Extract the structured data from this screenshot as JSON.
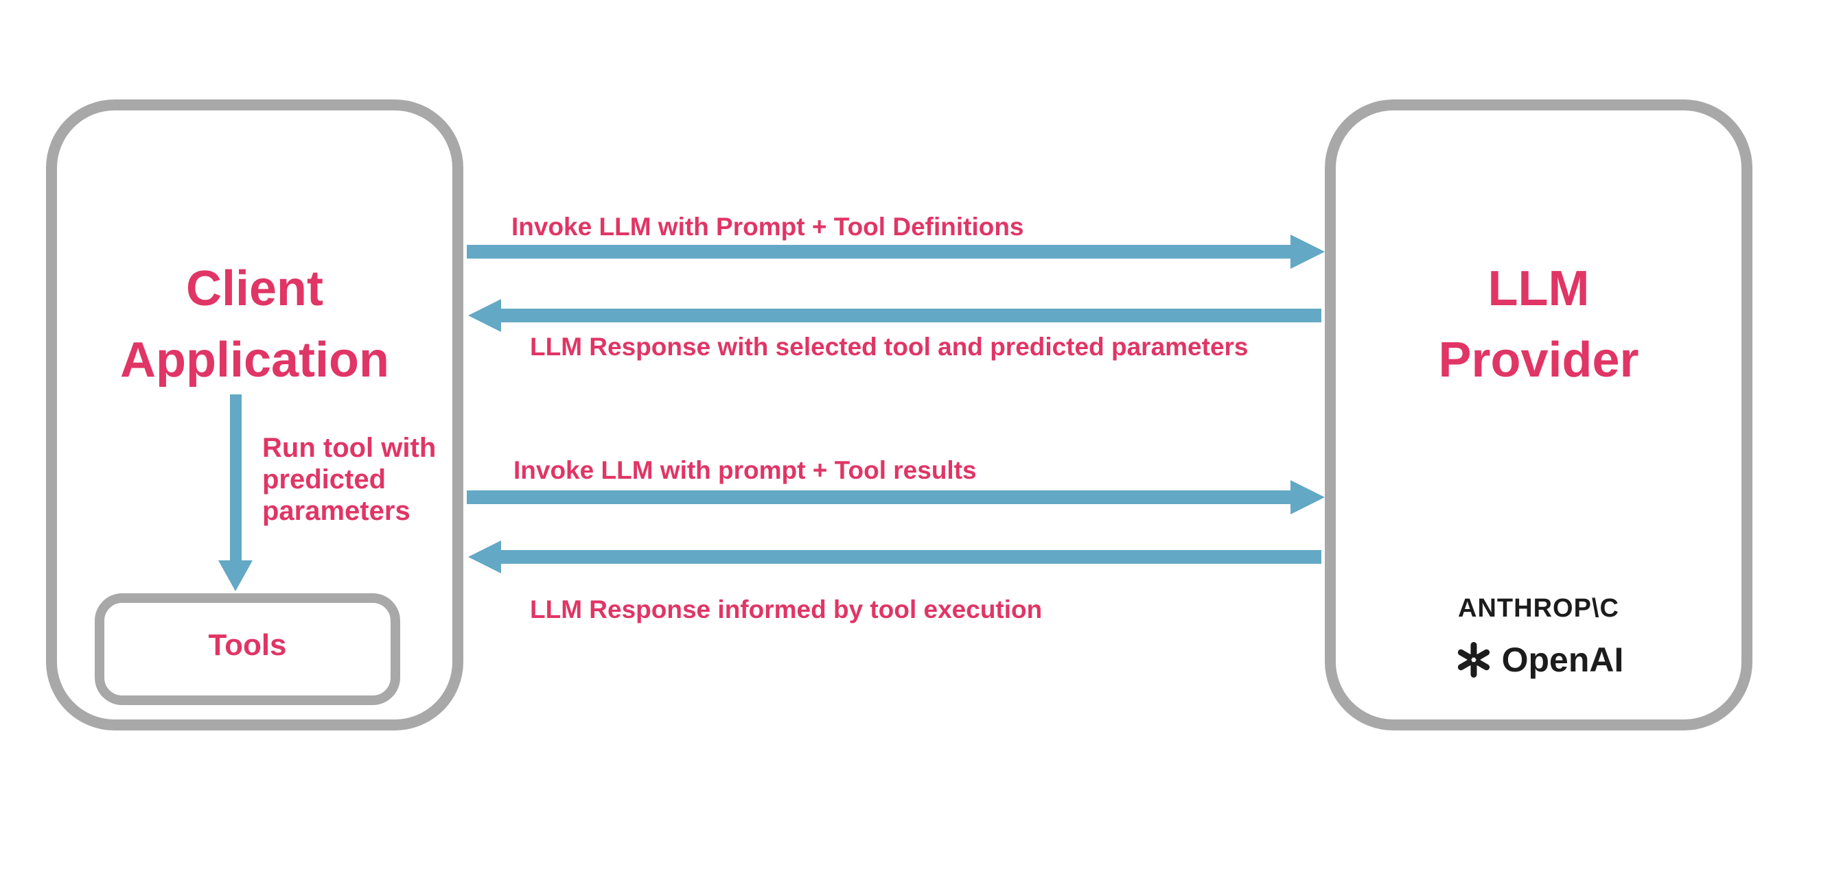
{
  "colors": {
    "pink": "#e03565",
    "blue": "#63a8c5",
    "gray": "#a8a8a8",
    "dark": "#1c1c1c"
  },
  "client_box": {
    "title_lines": [
      "Client",
      "Application"
    ],
    "run_tool_caption_lines": [
      "Run tool with",
      "predicted",
      "parameters"
    ],
    "tools_box_label": "Tools"
  },
  "provider_box": {
    "title_lines": [
      "LLM",
      "Provider"
    ],
    "logos": {
      "anthropic": "ANTHROP\\C",
      "openai": "OpenAI"
    }
  },
  "messages": [
    {
      "label": "Invoke LLM with Prompt + Tool Definitions",
      "direction": "right"
    },
    {
      "label": "LLM Response with selected tool and predicted parameters",
      "direction": "left"
    },
    {
      "label": "Invoke LLM with prompt + Tool results",
      "direction": "right"
    },
    {
      "label": "LLM Response informed by tool execution",
      "direction": "left"
    }
  ]
}
